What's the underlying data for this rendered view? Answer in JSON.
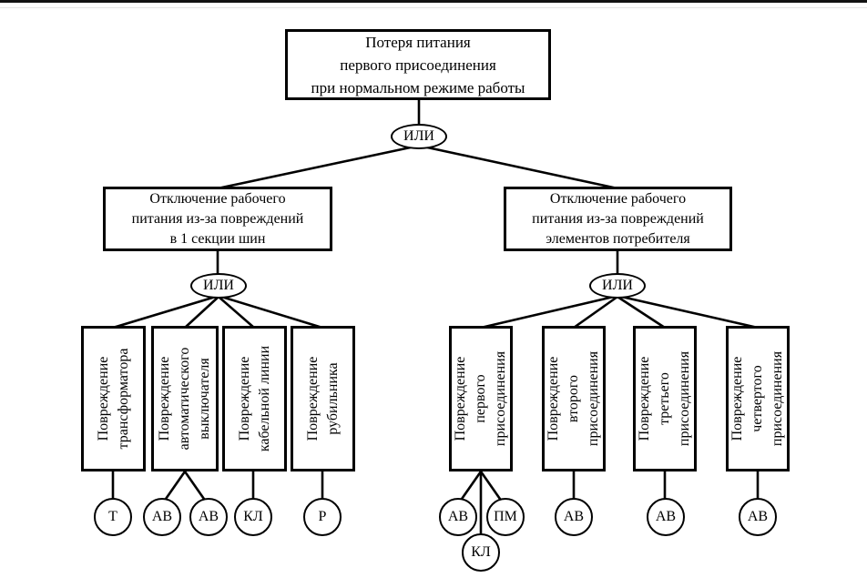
{
  "tree": {
    "root_label": "Потеря питания\nпервого присоединения\nпри нормальном режиме работы",
    "gates": {
      "top": "ИЛИ",
      "left": "ИЛИ",
      "right": "ИЛИ"
    },
    "left_branch": {
      "label": "Отключение рабочего\nпитания из-за повреждений\nв 1 секции шин",
      "causes": [
        {
          "label": "Повреждение\nтрансформатора"
        },
        {
          "label": "Повреждение\nавтоматического\nвыключателя"
        },
        {
          "label": "Повреждение\nкабельной линии"
        },
        {
          "label": "Повреждение\nрубильника"
        }
      ],
      "events": [
        "Т",
        "АВ",
        "АВ",
        "КЛ",
        "Р"
      ]
    },
    "right_branch": {
      "label": "Отключение рабочего\nпитания из-за повреждений\nэлементов потребителя",
      "causes": [
        {
          "label": "Повреждение\nпервого\nприсоединения"
        },
        {
          "label": "Повреждение\nвторого\nприсоединения"
        },
        {
          "label": "Повреждение\nтретьего\nприсоединения"
        },
        {
          "label": "Повреждение\nчетвертого\nприсоединения"
        }
      ],
      "events": [
        "АВ",
        "ПМ",
        "КЛ",
        "АВ",
        "АВ",
        "АВ"
      ]
    },
    "colors": {
      "ink": "#000000",
      "paper": "#ffffff"
    }
  }
}
